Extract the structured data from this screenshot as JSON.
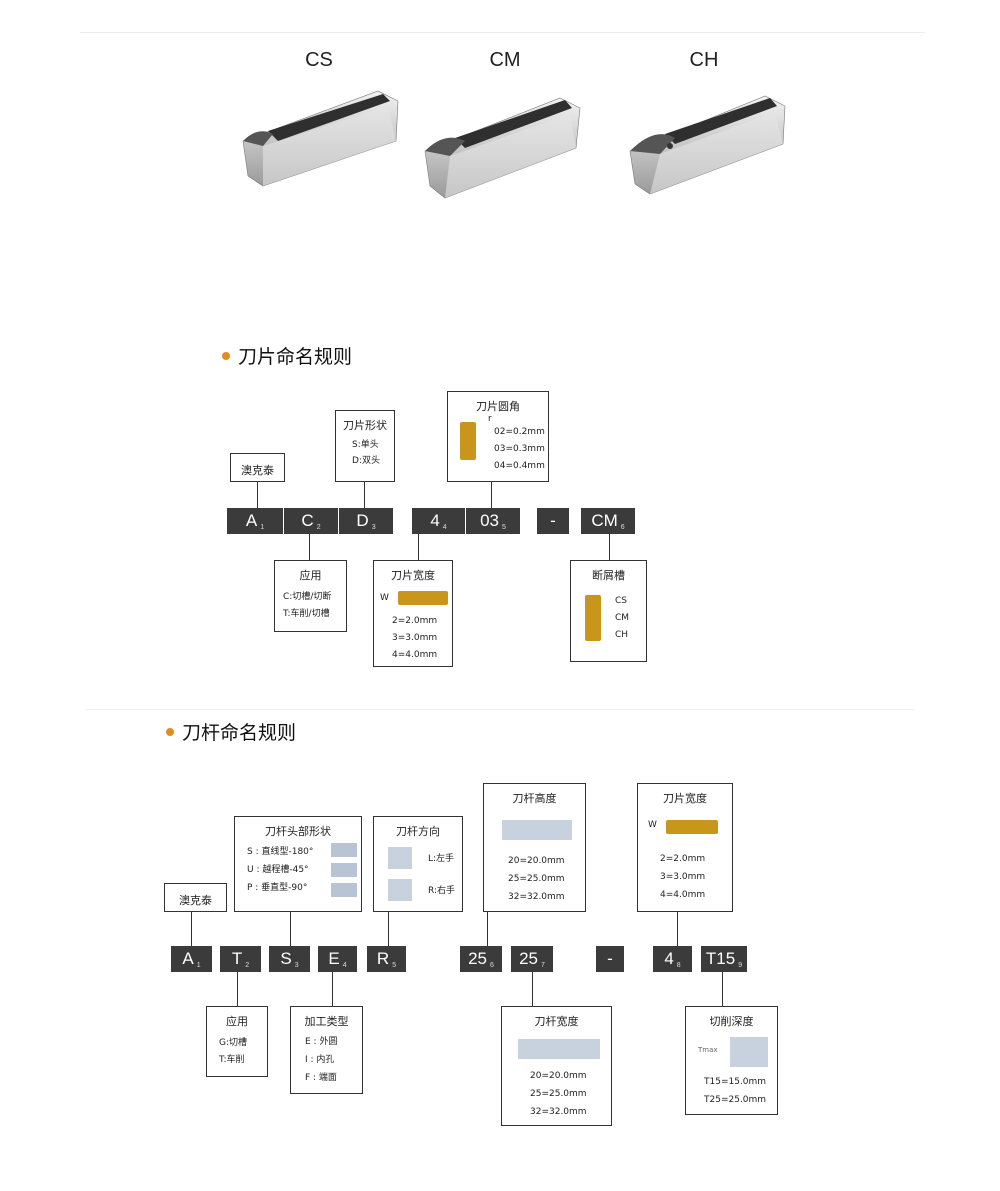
{
  "grades": [
    "CS",
    "CM",
    "CH"
  ],
  "insert_section": {
    "title": "刀片命名规则",
    "code_cells": [
      {
        "v": "A",
        "n": "1"
      },
      {
        "v": "C",
        "n": "2"
      },
      {
        "v": "D",
        "n": "3"
      },
      {
        "v": "4",
        "n": "4"
      },
      {
        "v": "03",
        "n": "5"
      },
      {
        "v": "-",
        "n": ""
      },
      {
        "v": "CM",
        "n": "6"
      }
    ],
    "brand_box": {
      "title": "澳克泰"
    },
    "shape_box": {
      "title": "刀片形状",
      "lines": [
        "S:单头",
        "D:双头"
      ]
    },
    "radius_box": {
      "title": "刀片圆角",
      "symbol": "r",
      "lines": [
        "02=0.2mm",
        "03=0.3mm",
        "04=0.4mm"
      ]
    },
    "app_box": {
      "title": "应用",
      "lines": [
        "C:切槽/切断",
        "T:车削/切槽"
      ]
    },
    "width_box": {
      "title": "刀片宽度",
      "symbol": "W",
      "lines": [
        "2=2.0mm",
        "3=3.0mm",
        "4=4.0mm"
      ]
    },
    "chip_box": {
      "title": "断屑槽",
      "lines": [
        "CS",
        "CM",
        "CH"
      ]
    }
  },
  "holder_section": {
    "title": "刀杆命名规则",
    "code_cells": [
      {
        "v": "A",
        "n": "1"
      },
      {
        "v": "T",
        "n": "2"
      },
      {
        "v": "S",
        "n": "3"
      },
      {
        "v": "E",
        "n": "4"
      },
      {
        "v": "R",
        "n": "5"
      },
      {
        "v": "25",
        "n": "6"
      },
      {
        "v": "25",
        "n": "7"
      },
      {
        "v": "-",
        "n": ""
      },
      {
        "v": "4",
        "n": "8"
      },
      {
        "v": "T15",
        "n": "9"
      }
    ],
    "brand_box": {
      "title": "澳克泰"
    },
    "head_box": {
      "title": "刀杆头部形状",
      "lines": [
        "S : 直线型-180°",
        "U : 越程槽-45°",
        "P : 垂直型-90°"
      ]
    },
    "dir_box": {
      "title": "刀杆方向",
      "lines": [
        "L:左手",
        "R:右手"
      ]
    },
    "height_box": {
      "title": "刀杆高度",
      "lines": [
        "20=20.0mm",
        "25=25.0mm",
        "32=32.0mm"
      ]
    },
    "iwidth_box": {
      "title": "刀片宽度",
      "symbol": "W",
      "lines": [
        "2=2.0mm",
        "3=3.0mm",
        "4=4.0mm"
      ]
    },
    "app_box": {
      "title": "应用",
      "lines": [
        "G:切槽",
        "T:车削"
      ]
    },
    "proc_box": {
      "title": "加工类型",
      "lines": [
        "E : 外圆",
        "I : 内孔",
        "F : 端面"
      ]
    },
    "bwidth_box": {
      "title": "刀杆宽度",
      "lines": [
        "20=20.0mm",
        "25=25.0mm",
        "32=32.0mm"
      ]
    },
    "depth_box": {
      "title": "切削深度",
      "symbol": "Tmax",
      "lines": [
        "T15=15.0mm",
        "T25=25.0mm"
      ]
    }
  },
  "colors": {
    "cell": "#3b3b3b",
    "accent": "#e38b1f",
    "gold": "#c9961c"
  }
}
